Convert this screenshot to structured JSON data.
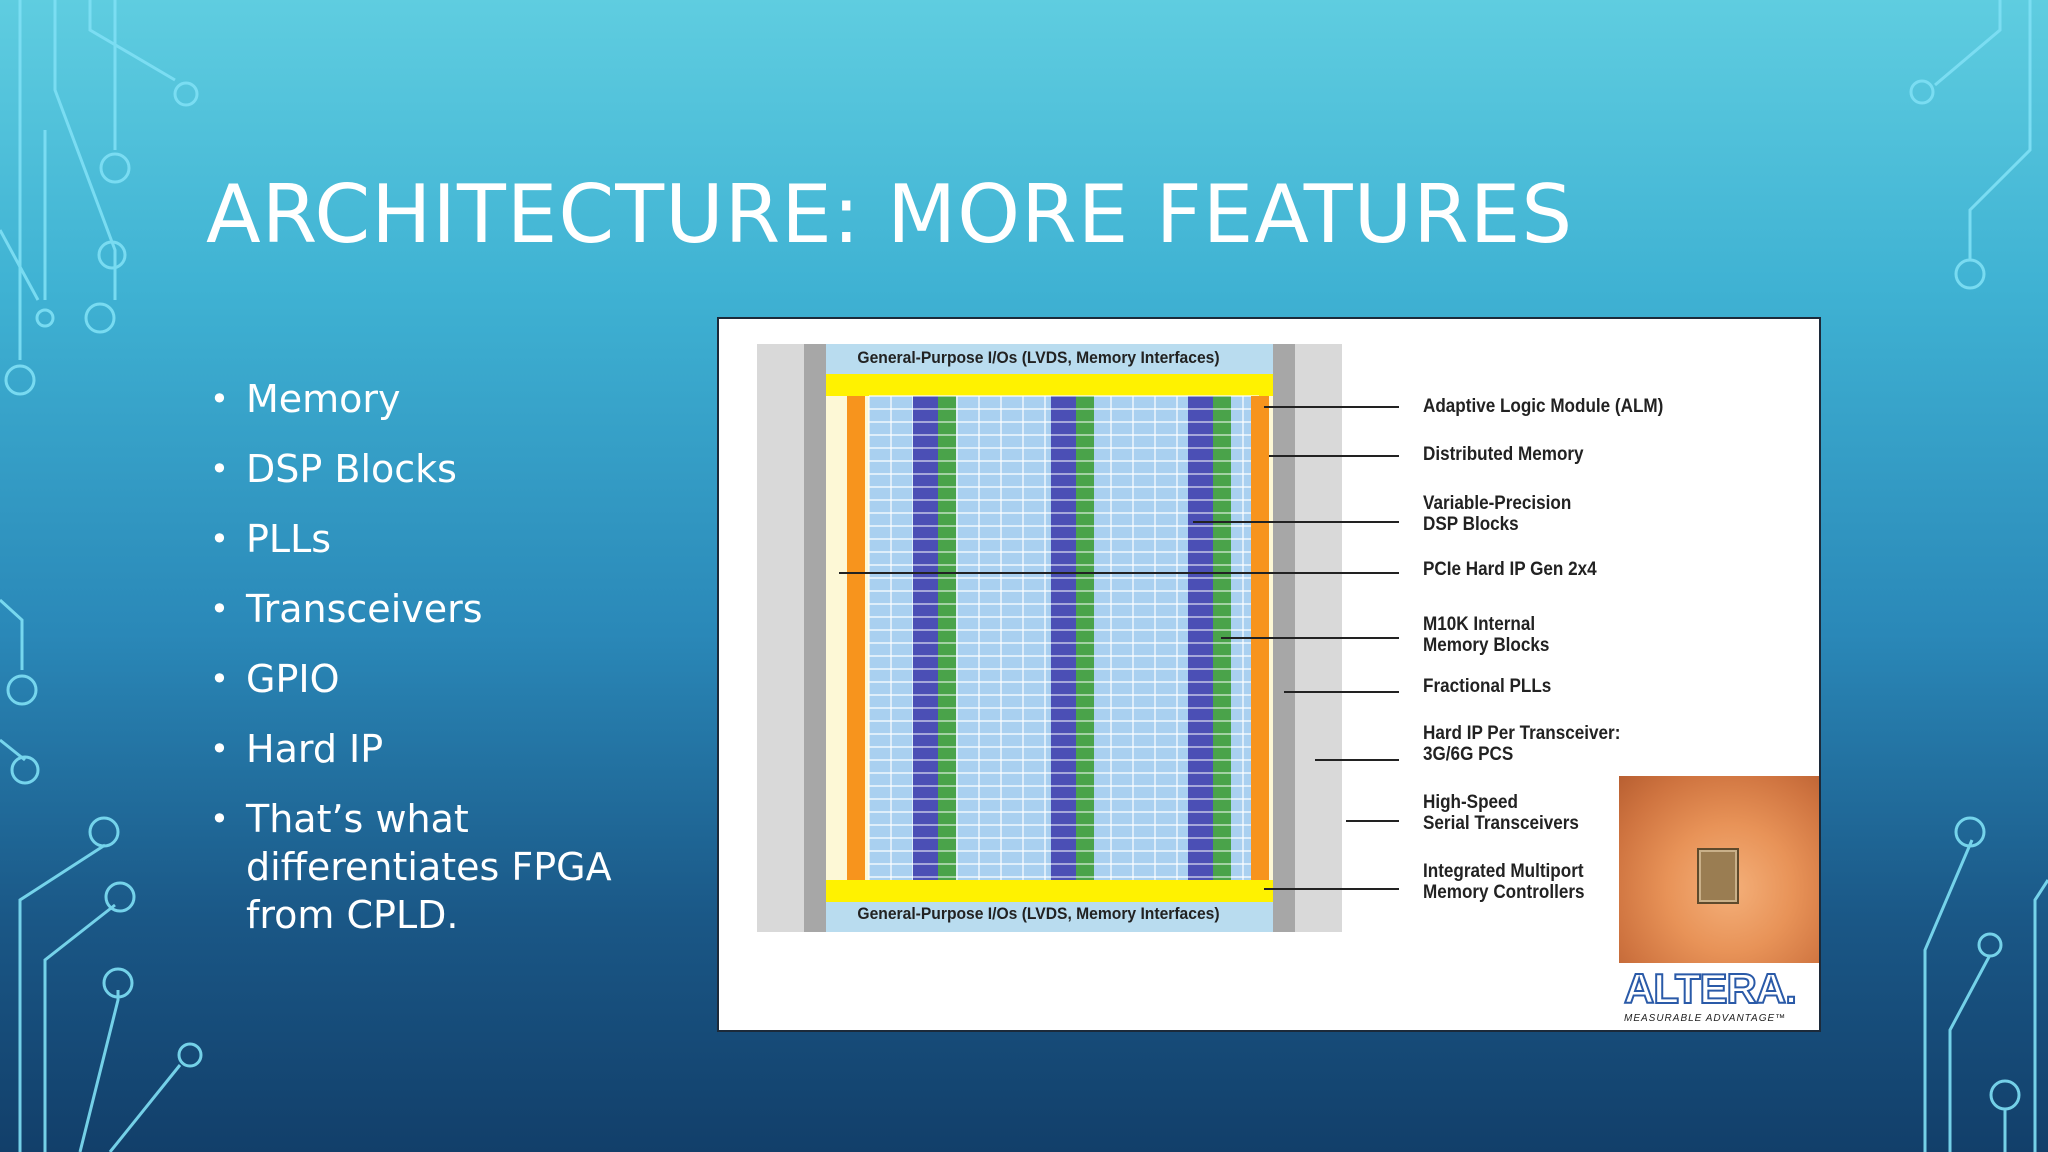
{
  "slide": {
    "title": "ARCHITECTURE: MORE FEATURES",
    "bullets": [
      "Memory",
      "DSP Blocks",
      "PLLs",
      "Transceivers",
      "GPIO",
      "Hard IP",
      "That’s what differentiates FPGA from CPLD."
    ],
    "bullet_glyph": "•"
  },
  "figure": {
    "io_top": "General-Purpose I/Os (LVDS, Memory Interfaces)",
    "io_bottom": "General-Purpose I/Os (LVDS, Memory Interfaces)",
    "callouts": [
      "Adaptive Logic Module (ALM)",
      "Distributed Memory",
      "Variable-Precision\nDSP Blocks",
      "PCIe Hard IP Gen 2x4",
      "M10K Internal\nMemory Blocks",
      "Fractional PLLs",
      "Hard IP Per Transceiver:\n3G/6G PCS",
      "High-Speed\nSerial Transceivers",
      "Integrated Multiport\nMemory Controllers"
    ],
    "logo_word": "ALTERA.",
    "logo_tagline": "MEASURABLE ADVANTAGE™"
  },
  "colors": {
    "io_band": "#b9dcef",
    "yellow": "#fff200",
    "orange": "#f7941d",
    "dsp_blue": "#4b4fb5",
    "m10k_green": "#4aa34a",
    "grid_blue": "#a9d0f0",
    "side_gray": "#a7a7a7"
  }
}
